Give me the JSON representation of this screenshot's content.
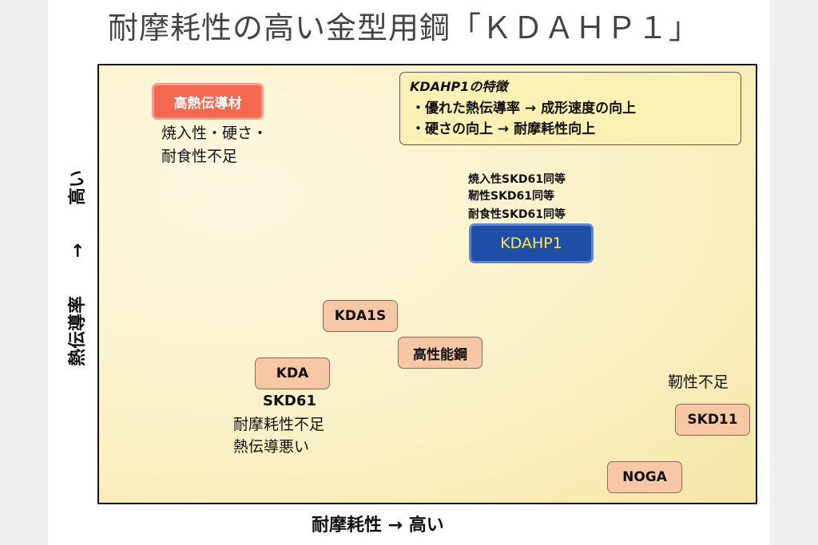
{
  "title": "耐摩耗性の高い金型用鋼「ＫＤＡＨＰ１」",
  "axes": {
    "y_label": "熱伝導率 → 高い",
    "x_label": "耐摩耗性 → 高い"
  },
  "features": {
    "heading": "KDAHP1の特徴",
    "items": [
      "・優れた熱伝導率 → 成形速度の向上",
      "・硬さの向上 → 耐摩耗性向上"
    ]
  },
  "materials": {
    "high_conductivity": {
      "label": "高熱伝導材",
      "notes": [
        "焼入性・硬さ・",
        "耐食性不足"
      ]
    },
    "kdahp1": {
      "label": "KDAHP1",
      "notes": [
        "焼入性SKD61同等",
        "靭性SKD61同等",
        "耐食性SKD61同等"
      ]
    },
    "kda1s": {
      "label": "KDA1S"
    },
    "high_performance": {
      "label": "高性能鋼"
    },
    "kda": {
      "label": "KDA",
      "notes": [
        "SKD61",
        "耐摩耗性不足",
        "熱伝導悪い"
      ]
    },
    "skd11": {
      "label": "SKD11",
      "notes": [
        "靭性不足"
      ]
    },
    "noga": {
      "label": "NOGA"
    }
  },
  "colors": {
    "accent_blue": "#1f4ea8",
    "accent_red": "#f4684f",
    "box_pink": "#f8c7a5",
    "plot_bg": "#faf0c4"
  }
}
